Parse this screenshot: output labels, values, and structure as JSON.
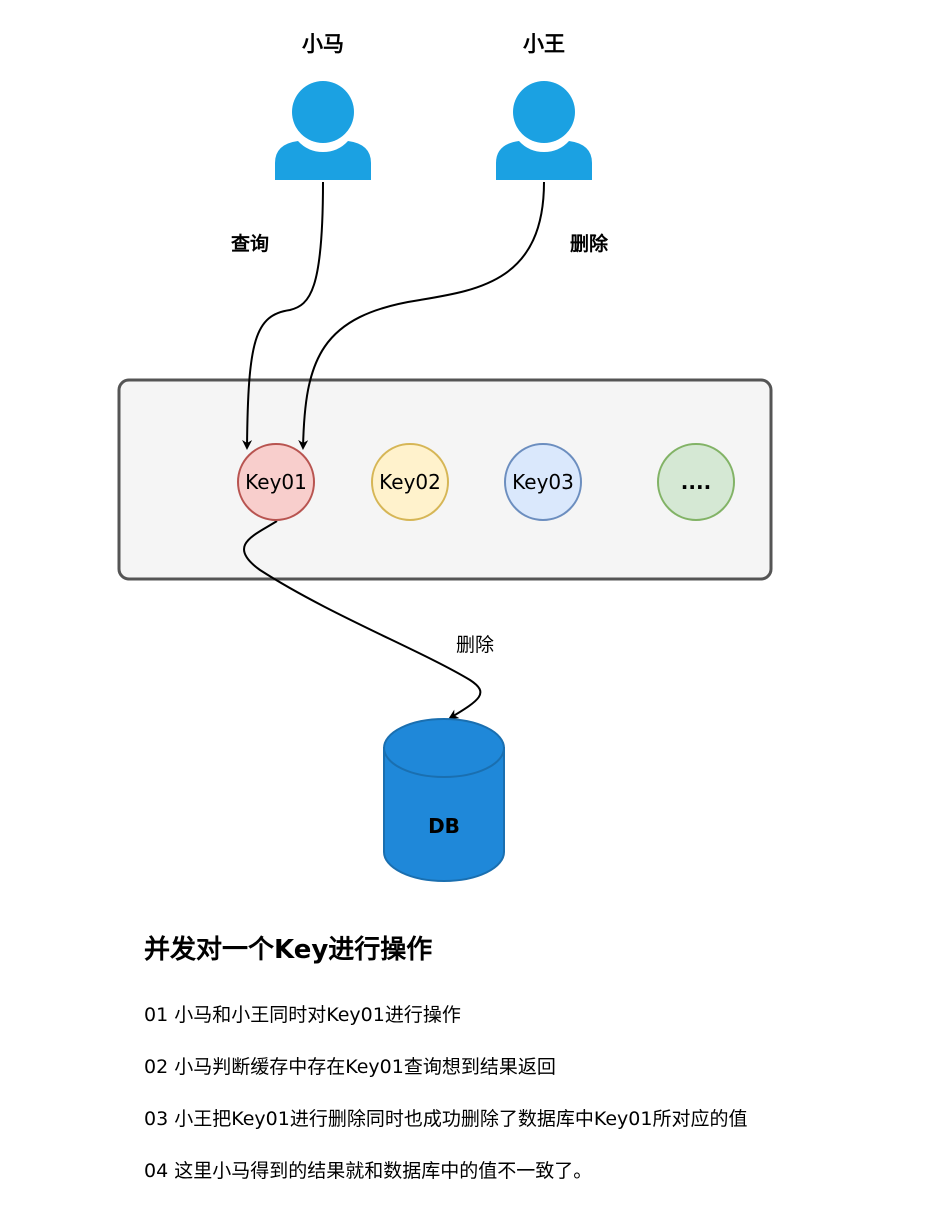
{
  "users": [
    {
      "name": "小马",
      "action": "查询"
    },
    {
      "name": "小王",
      "action": "删除"
    }
  ],
  "cache": {
    "keys": [
      {
        "label": "Key01",
        "fill": "#f8cecc",
        "stroke": "#b85450"
      },
      {
        "label": "Key02",
        "fill": "#fff2cc",
        "stroke": "#d6b656"
      },
      {
        "label": "Key03",
        "fill": "#dae8fc",
        "stroke": "#6c8ebf"
      },
      {
        "label": "....",
        "fill": "#d5e8d4",
        "stroke": "#82b366"
      }
    ]
  },
  "db_edge_label": "删除",
  "db": {
    "label": "DB",
    "color": "#1f88d9"
  },
  "description": {
    "heading": "并发对一个Key进行操作",
    "lines": [
      "01 小马和小王同时对Key01进行操作",
      "02 小马判断缓存中存在Key01查询想到结果返回",
      "03 小王把Key01进行删除同时也成功删除了数据库中Key01所对应的值",
      "04 这里小马得到的结果就和数据库中的值不一致了。"
    ]
  },
  "colors": {
    "user_icon": "#1ba1e2",
    "panel_fill": "#f5f5f5",
    "panel_stroke": "#555555"
  }
}
